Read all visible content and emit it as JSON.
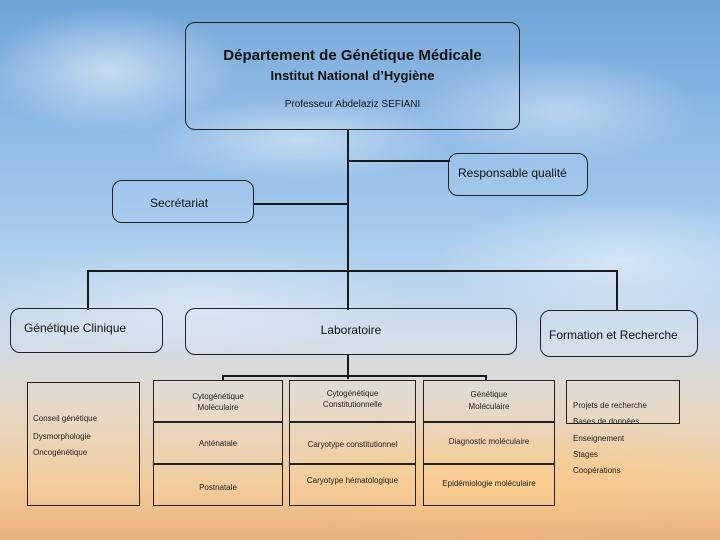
{
  "department": {
    "title": "Département de Génétique Médicale",
    "subtitle": "Institut National d’Hygiène",
    "head": "Professeur  Abdelaziz SEFIANI"
  },
  "quality": "Responsable qualité",
  "secretariat": "Secrétariat",
  "branches": {
    "clinique": "Génétique Clinique",
    "laboratoire": "Laboratoire",
    "formation": "Formation et Recherche"
  },
  "clinique_items": [
    "Conseil génétique",
    "Dysmorphologie",
    "Oncogénétique"
  ],
  "lab_columns": [
    {
      "header": "Cytogénétique\nMoléculaire",
      "items": [
        "Anténatale",
        "Postnatale"
      ]
    },
    {
      "header": "Cytogénétique\nConstitutionnelle",
      "items": [
        "Caryotype constitutionnel",
        "Caryotype hématologique"
      ]
    },
    {
      "header": "Génétique\nMoléculaire",
      "items": [
        "Diagnostic moléculaire",
        "Epidémiologie moléculaire"
      ]
    }
  ],
  "formation_items": [
    "Projets de recherche",
    "Bases de données",
    "Enseignement",
    "Stages",
    "Coopérations"
  ]
}
